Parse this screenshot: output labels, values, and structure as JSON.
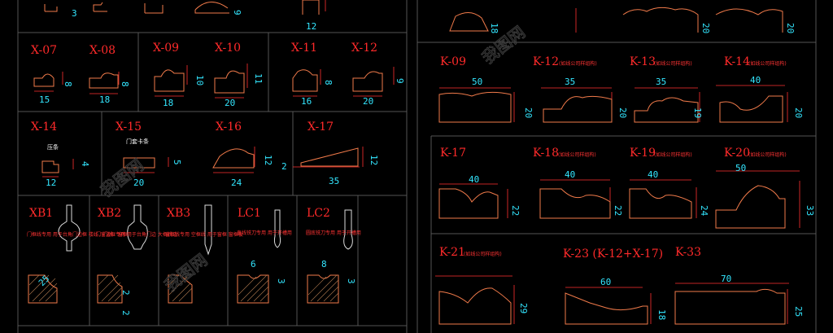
{
  "section_titles": [
    {
      "id": "X-07",
      "text": "X-07"
    },
    {
      "id": "X-08",
      "text": "X-08"
    },
    {
      "id": "X-09",
      "text": "X-09"
    },
    {
      "id": "X-10",
      "text": "X-10"
    },
    {
      "id": "X-11",
      "text": "X-11"
    },
    {
      "id": "X-12",
      "text": "X-12"
    },
    {
      "id": "X-14",
      "text": "X-14"
    },
    {
      "id": "X-15",
      "text": "X-15"
    },
    {
      "id": "X-16",
      "text": "X-16"
    },
    {
      "id": "X-17",
      "text": "X-17"
    },
    {
      "id": "XB1",
      "text": "XB1"
    },
    {
      "id": "XB2",
      "text": "XB2"
    },
    {
      "id": "XB3",
      "text": "XB3"
    },
    {
      "id": "LC1",
      "text": "LC1"
    },
    {
      "id": "LC2",
      "text": "LC2"
    },
    {
      "id": "K-09",
      "text": "K-09"
    },
    {
      "id": "K-12",
      "text": "K-12"
    },
    {
      "id": "K-13",
      "text": "K-13"
    },
    {
      "id": "K-14",
      "text": "K-14"
    },
    {
      "id": "K-17",
      "text": "K-17"
    },
    {
      "id": "K-18",
      "text": "K-18"
    },
    {
      "id": "K-19",
      "text": "K-19"
    },
    {
      "id": "K-20",
      "text": "K-20"
    },
    {
      "id": "K-21",
      "text": "K-21"
    },
    {
      "id": "K-23",
      "text": "K-23 (K-12+X-17)"
    },
    {
      "id": "K-33",
      "text": "K-33"
    }
  ],
  "notes": [
    {
      "id": "K-12",
      "text": "(如线公司样组构)"
    },
    {
      "id": "K-13",
      "text": "(如线公司样组构)"
    },
    {
      "id": "K-14",
      "text": "(如线公司样组构)"
    },
    {
      "id": "K-18",
      "text": "(如线公司样组构)"
    },
    {
      "id": "K-19",
      "text": "(如线公司样组构)"
    },
    {
      "id": "K-20",
      "text": "(如线公司样组构)"
    },
    {
      "id": "K-21",
      "text": "(如线公司样组构)"
    },
    {
      "id": "XB1",
      "text": "门框线专用 用于台角门边框 楼线、门线、窗框"
    },
    {
      "id": "XB2",
      "text": "门窗边框专用 用于台角门边 大框线边"
    },
    {
      "id": "XB3",
      "text": "窗框线专用 空框线 用于窗框 窗框板"
    },
    {
      "id": "LC1",
      "text": "直线铣刀专用 用于开槽用"
    },
    {
      "id": "LC2",
      "text": "圆底铣刀专用 用于开槽用"
    }
  ],
  "small_labels": [
    {
      "id": "X-14",
      "text": "压条"
    },
    {
      "id": "X-15",
      "text": "门套卡条"
    }
  ],
  "dimensions": [
    {
      "id": "x07-w",
      "text": "15"
    },
    {
      "id": "x07-h",
      "text": "8"
    },
    {
      "id": "x08-w",
      "text": "18"
    },
    {
      "id": "x08-h",
      "text": "8"
    },
    {
      "id": "x09-w",
      "text": "18"
    },
    {
      "id": "x09-h",
      "text": "10"
    },
    {
      "id": "x10-w",
      "text": "20"
    },
    {
      "id": "x10-h",
      "text": "11"
    },
    {
      "id": "x11-w",
      "text": "16"
    },
    {
      "id": "x11-h",
      "text": "8"
    },
    {
      "id": "x12-w",
      "text": "20"
    },
    {
      "id": "x12-h",
      "text": "9"
    },
    {
      "id": "x14-w",
      "text": "12"
    },
    {
      "id": "x14-h",
      "text": "4"
    },
    {
      "id": "x15-w",
      "text": "20"
    },
    {
      "id": "x15-h",
      "text": "5"
    },
    {
      "id": "x16-w",
      "text": "24"
    },
    {
      "id": "x16-h",
      "text": "12"
    },
    {
      "id": "x17-w",
      "text": "35"
    },
    {
      "id": "x17-h",
      "text": "12"
    },
    {
      "id": "x17-s",
      "text": "2"
    },
    {
      "id": "xb1-a",
      "text": "25"
    },
    {
      "id": "xb2-a",
      "text": "2"
    },
    {
      "id": "xb2-b",
      "text": "2"
    },
    {
      "id": "lc1-w",
      "text": "6"
    },
    {
      "id": "lc1-h",
      "text": "3"
    },
    {
      "id": "lc2-w",
      "text": "8"
    },
    {
      "id": "lc2-h",
      "text": "3"
    },
    {
      "id": "top-1",
      "text": "3"
    },
    {
      "id": "top-2",
      "text": "9"
    },
    {
      "id": "top-3",
      "text": "12"
    },
    {
      "id": "top-4",
      "text": "18"
    },
    {
      "id": "top-5",
      "text": "20"
    },
    {
      "id": "top-6",
      "text": "20"
    },
    {
      "id": "k09-w",
      "text": "50"
    },
    {
      "id": "k09-h",
      "text": "20"
    },
    {
      "id": "k12-w",
      "text": "35"
    },
    {
      "id": "k12-h",
      "text": "20"
    },
    {
      "id": "k13-w",
      "text": "35"
    },
    {
      "id": "k13-h",
      "text": "19"
    },
    {
      "id": "k14-w",
      "text": "40"
    },
    {
      "id": "k14-h",
      "text": "20"
    },
    {
      "id": "k17-w",
      "text": "40"
    },
    {
      "id": "k17-h",
      "text": "22"
    },
    {
      "id": "k18-w",
      "text": "40"
    },
    {
      "id": "k18-h",
      "text": "22"
    },
    {
      "id": "k19-w",
      "text": "40"
    },
    {
      "id": "k19-h",
      "text": "24"
    },
    {
      "id": "k20-w",
      "text": "50"
    },
    {
      "id": "k20-h",
      "text": "33"
    },
    {
      "id": "k21-h",
      "text": "29"
    },
    {
      "id": "k23-w",
      "text": "60"
    },
    {
      "id": "k23-h",
      "text": "18"
    },
    {
      "id": "k33-w",
      "text": "70"
    },
    {
      "id": "k33-h",
      "text": "25"
    }
  ]
}
